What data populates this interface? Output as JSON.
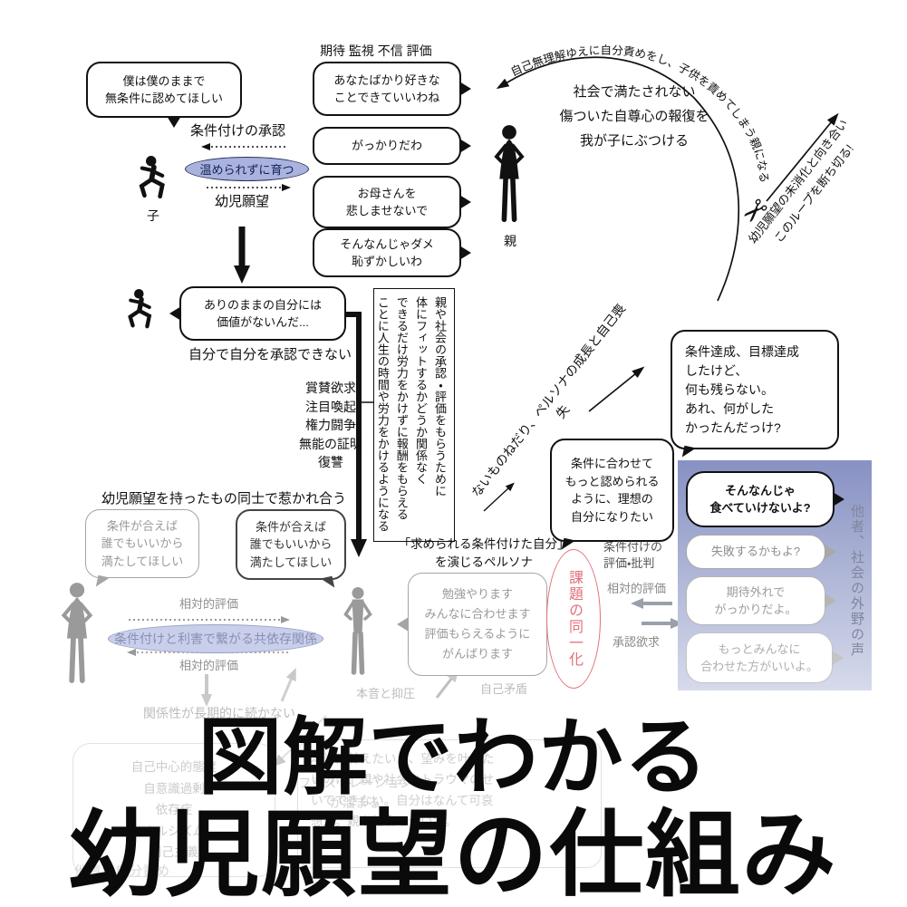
{
  "title": {
    "line1": "図解でわかる",
    "line2": "幼児願望の仕組み"
  },
  "stage1": {
    "child_bubble": "僕は僕のままで\n無条件に認めてほしい",
    "conditional_approval": "条件付けの承認",
    "warmth_ellipse": "温められずに育つ",
    "infant_wish": "幼児願望",
    "child_label": "子",
    "parent_header": "期待 監視 不信 評価",
    "parent_bubbles": [
      "あなたばかり好きな\nことできていいわね",
      "がっかりだわ",
      "お母さんを\n悲しませないで",
      "そんなんじゃダメ\n恥ずかしいわ"
    ],
    "parent_label": "親",
    "loop_text": "自己無理解ゆえに自分責めをし、子供を責めてしまう親になる",
    "revenge_text": "社会で満たされない\n傷ついた自尊心の報復を\n我が子にぶつける",
    "scissors_icon": "✂",
    "cut_text": "幼児願望の未消化と向き合い\nこのループを断ち切る!"
  },
  "stage2": {
    "self_denial_bubble": "ありのままの自分には\n価値がないんだ...",
    "cannot_self_approve": "自分で自分を承認できない",
    "desire_list": "賞賛欲求\n注目喚起\n権力闘争\n無能の証明\n復讐",
    "vertical_box": "親や社会の承認・評価をもらうために\n体にフィットするかどうか関係なく\nできるだけ労力をかけずに報酬をもらえる\nことに人生の時間や労力をかけるようになる",
    "persona_growth": "ないものねだり、ペルソナの成長と自己喪失",
    "achievement_bubble": "条件達成、目標達成\nしたけど、\n何も残らない。\nあれ、何がした\nかったんだっけ?",
    "ideal_self_bubble": "条件に合わせて\nもっと認められる\nように、理想の\n自分になりたい"
  },
  "stage3": {
    "attraction_header": "幼児願望を持ったもの同士で惹かれ合う",
    "left_bubble": "条件が合えば\n誰でもいいから\n満たしてほしい",
    "right_bubble": "条件が合えば\n誰でもいいから\n満たしてほしい",
    "relative_eval_top": "相対的評価",
    "codependency_ellipse": "条件付けと利害で繋がる共依存関係",
    "relative_eval_bottom": "相対的評価"
  },
  "persona": {
    "caption": "「求められる条件付けた自分」\nを演じるペルソナ",
    "bubble": "勉強やります\nみんなに合わせます\n評価もらえるように\nがんばります",
    "task_identification": "課題の同一化",
    "conditional_criticism": "条件付けの\n評価・批判",
    "relative_eval": "相対的評価",
    "approval_desire": "承認欲求"
  },
  "outside_voices": {
    "bubbles": [
      "そんなんじゃ\n食べていけないよ?",
      "失敗するかもよ?",
      "期待外れで\nがっかりだよ。",
      "もっとみんなに\n合わせた方がいいよ。"
    ],
    "vertical_label": "他者、社会の外野の声"
  },
  "faded": {
    "relationship": "関係性が長期的に続かない",
    "traits_box": "自己中心的態度\n自意識過剰\n依存症\nナルシズム\n利己主義",
    "frustration": "フラストレーション\nが溜まる",
    "blame": "他責と自分責め",
    "honne": "本音と抑圧",
    "contradiction": "自己矛盾",
    "victim_bubble": "本当は甘えたいし、望みを叶えた\nいのに、親や社会やトラウマのせ\nいでできない。自分はなんて可哀\n想だ。親や社会のせいだ。"
  },
  "colors": {
    "accent_periwinkle": "#a9b3dd",
    "codependency_fill": "#c9cfeb",
    "voices_box_top": "#8791c3",
    "task_red": "#e0707a"
  }
}
